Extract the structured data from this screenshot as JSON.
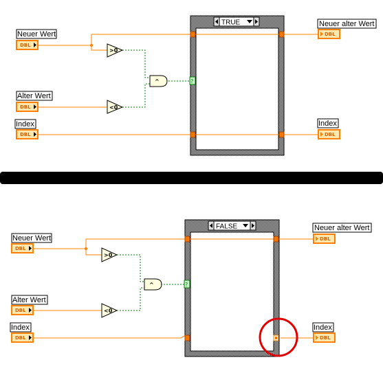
{
  "colors": {
    "wire_double": "#ff8000",
    "wire_boolean": "#008000",
    "tunnel": "#f07800",
    "terminal_border": "#ff8000",
    "terminal_fill": "#ffe8b0",
    "separator": "#000000",
    "highlight_circle": "#e00000"
  },
  "true_case": {
    "selector_label": "TRUE",
    "controls": [
      {
        "label": "Neuer Wert",
        "terminal": "DBL"
      },
      {
        "label": "Alter Wert",
        "terminal": "DBL"
      },
      {
        "label": "Index",
        "terminal": "DBL"
      }
    ],
    "indicators": [
      {
        "label": "Neuer alter Wert",
        "terminal": "DBL"
      },
      {
        "label": "Index",
        "terminal": "DBL"
      }
    ],
    "comparators": [
      ">0",
      "<0"
    ],
    "gate": "^",
    "selector_terminal": "?"
  },
  "false_case": {
    "selector_label": "FALSE",
    "controls": [
      {
        "label": "Neuer Wert",
        "terminal": "DBL"
      },
      {
        "label": "Alter Wert",
        "terminal": "DBL"
      },
      {
        "label": "Index",
        "terminal": "DBL"
      }
    ],
    "indicators": [
      {
        "label": "Neuer alter Wert",
        "terminal": "DBL"
      },
      {
        "label": "Index",
        "terminal": "DBL"
      }
    ],
    "comparators": [
      ">0",
      "<0"
    ],
    "gate": "^",
    "selector_terminal": "?"
  }
}
